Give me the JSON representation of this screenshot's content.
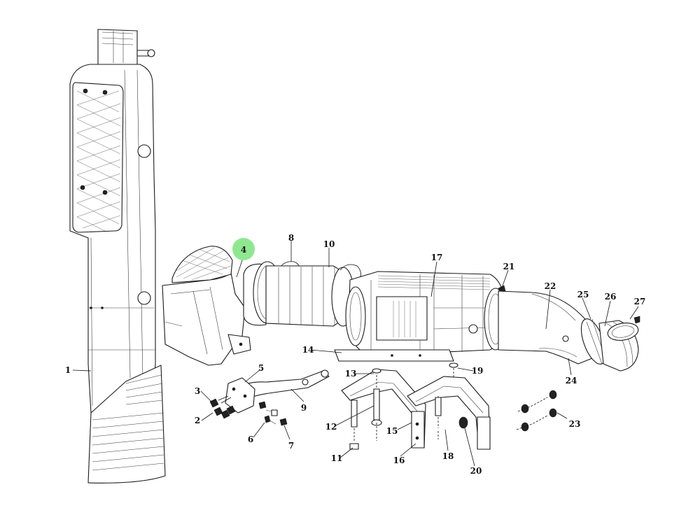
{
  "callouts": [
    {
      "id": "1",
      "label": "1"
    },
    {
      "id": "2",
      "label": "2"
    },
    {
      "id": "3",
      "label": "3"
    },
    {
      "id": "4",
      "label": "4",
      "highlighted": true
    },
    {
      "id": "5",
      "label": "5"
    },
    {
      "id": "6",
      "label": "6"
    },
    {
      "id": "7",
      "label": "7"
    },
    {
      "id": "8",
      "label": "8"
    },
    {
      "id": "9",
      "label": "9"
    },
    {
      "id": "10",
      "label": "10"
    },
    {
      "id": "11",
      "label": "11"
    },
    {
      "id": "12",
      "label": "12"
    },
    {
      "id": "13",
      "label": "13"
    },
    {
      "id": "14",
      "label": "14"
    },
    {
      "id": "15",
      "label": "15"
    },
    {
      "id": "16",
      "label": "16"
    },
    {
      "id": "17",
      "label": "17"
    },
    {
      "id": "18",
      "label": "18"
    },
    {
      "id": "19",
      "label": "19"
    },
    {
      "id": "20",
      "label": "20"
    },
    {
      "id": "21",
      "label": "21"
    },
    {
      "id": "22",
      "label": "22"
    },
    {
      "id": "23",
      "label": "23"
    },
    {
      "id": "24",
      "label": "24"
    },
    {
      "id": "25",
      "label": "25"
    },
    {
      "id": "26",
      "label": "26"
    },
    {
      "id": "27",
      "label": "27"
    }
  ],
  "colors": {
    "highlight": "#8fe88f",
    "line": "#1a1a1a",
    "background": "#ffffff"
  }
}
